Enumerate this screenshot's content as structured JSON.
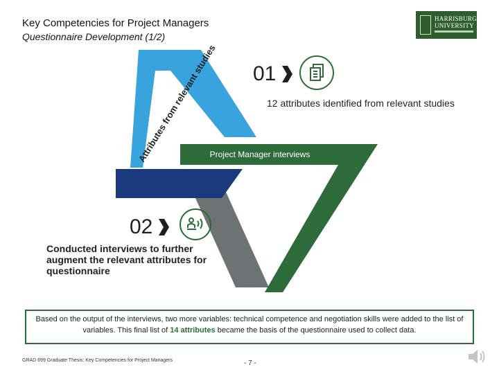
{
  "header": {
    "title": "Key Competencies for Project Managers",
    "subtitle": "Questionnaire Development (1/2)"
  },
  "logo": {
    "line1": "HARRISBURG",
    "line2": "UNIVERSITY",
    "icon": "university-logo"
  },
  "diagram": {
    "left_arm_label": "Attributes from relevant studies",
    "band_label": "Project Manager interviews",
    "colors": {
      "light_blue": "#39a3de",
      "navy": "#1a3a7d",
      "green": "#2e6b3a",
      "gray": "#6d7275"
    }
  },
  "steps": [
    {
      "number": "01",
      "icon": "documents-icon",
      "text": "12 attributes identified from relevant studies"
    },
    {
      "number": "02",
      "icon": "interview-speaker-icon",
      "text": "Conducted interviews to further augment the relevant attributes for questionnaire"
    }
  ],
  "summary": {
    "before": "Based on the output of the interviews, two more variables: technical competence and negotiation skills were added to the list of variables. This final list of ",
    "highlight": "14 attributes",
    "after": " became the basis of the questionnaire used to collect data."
  },
  "footer": {
    "text": "GRAD 699 Graduate Thesis: Key Competencies for Project Managers",
    "page": "- 7 -"
  },
  "speaker_icon": "speaker-icon"
}
